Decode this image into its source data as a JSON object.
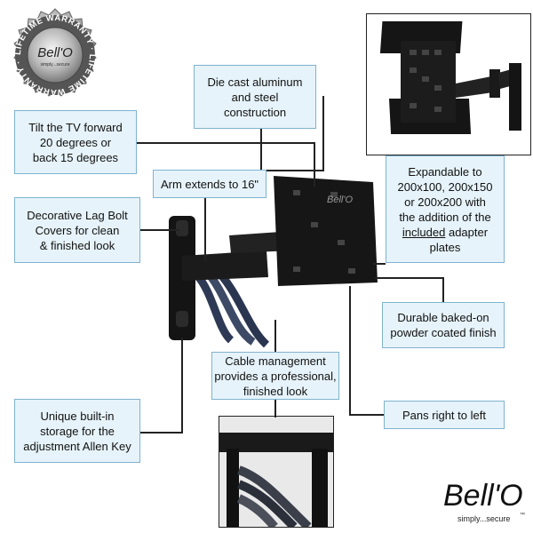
{
  "seal": {
    "ring_text": "LIFETIME WARRANTY · LIFETIME WARRANTY ·",
    "brand": "Bell'O",
    "tagline": "simply...secure"
  },
  "callouts": {
    "die_cast": [
      "Die cast aluminum",
      "and steel",
      "construction"
    ],
    "tilt": [
      "Tilt the TV forward",
      "20 degrees or",
      "back 15 degrees"
    ],
    "arm": [
      "Arm extends to 16\""
    ],
    "expandable": {
      "line1": "Expandable to",
      "line2": "200x100, 200x150",
      "line3": "or 200x200 with",
      "line4": "the addition of the",
      "line5_underlined": "included",
      "line5_rest": " adapter",
      "line6": "plates"
    },
    "lag_bolt": [
      "Decorative Lag Bolt",
      "Covers for clean",
      "& finished look"
    ],
    "powder": [
      "Durable baked-on",
      "powder coated finish"
    ],
    "cable": [
      "Cable management",
      "provides a professional,",
      "finished look"
    ],
    "pans": [
      "Pans right to left"
    ],
    "storage": [
      "Unique built-in",
      "storage for the",
      "adjustment Allen Key"
    ]
  },
  "logo": {
    "brand": "Bell'O",
    "tagline": "simply...secure",
    "trademark": "™"
  }
}
